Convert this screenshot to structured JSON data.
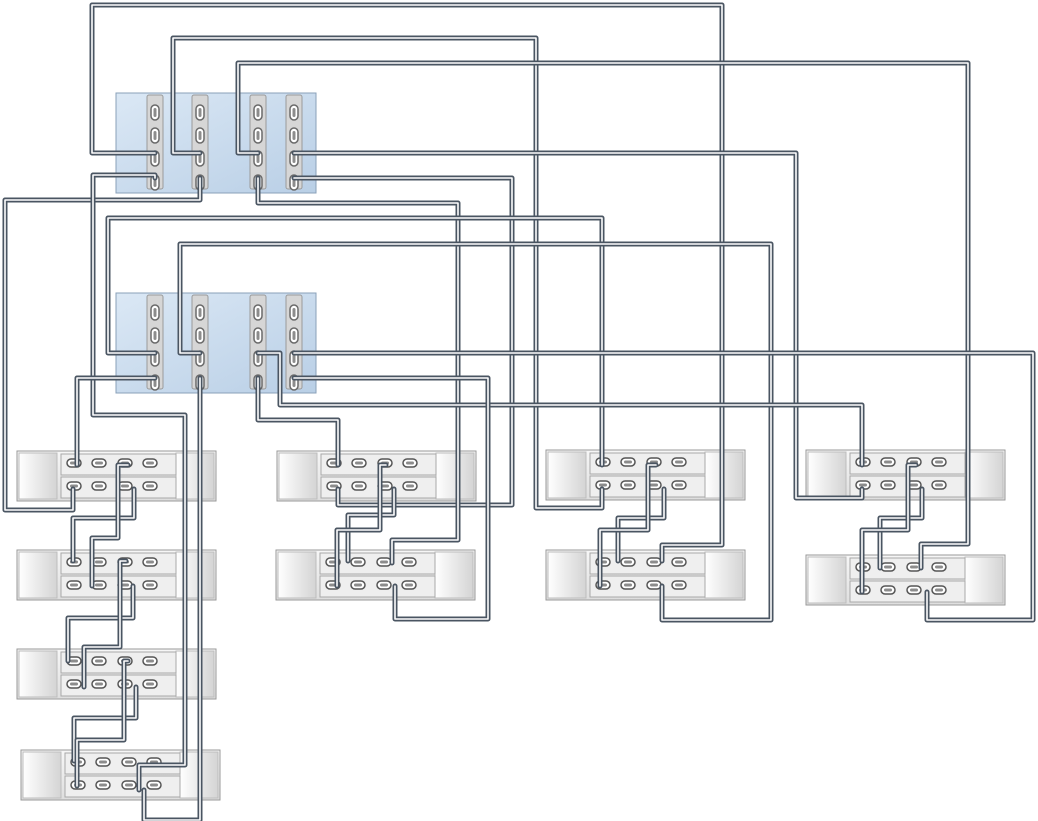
{
  "diagram": {
    "controllers": [
      {
        "id": "controller-1",
        "slots": 4,
        "ports_per_slot": 4
      },
      {
        "id": "controller-2",
        "slots": 4,
        "ports_per_slot": 4
      }
    ],
    "shelf_chains": [
      {
        "id": "chain-1",
        "shelves": 4
      },
      {
        "id": "chain-2",
        "shelves": 2
      },
      {
        "id": "chain-3",
        "shelves": 2
      },
      {
        "id": "chain-4",
        "shelves": 2
      }
    ],
    "colors": {
      "controller_fill": "#c9dcef",
      "controller_stroke": "#8aa0b8",
      "shelf_fill": "#e9e9e9",
      "shelf_stroke": "#9a9a9a",
      "cable_outer": "#4a5562",
      "cable_inner": "#ffffff",
      "port_fill": "#8c8c8c"
    },
    "icons": [
      "storage-controller",
      "disk-shelf",
      "sas-port",
      "sas-cable"
    ]
  }
}
